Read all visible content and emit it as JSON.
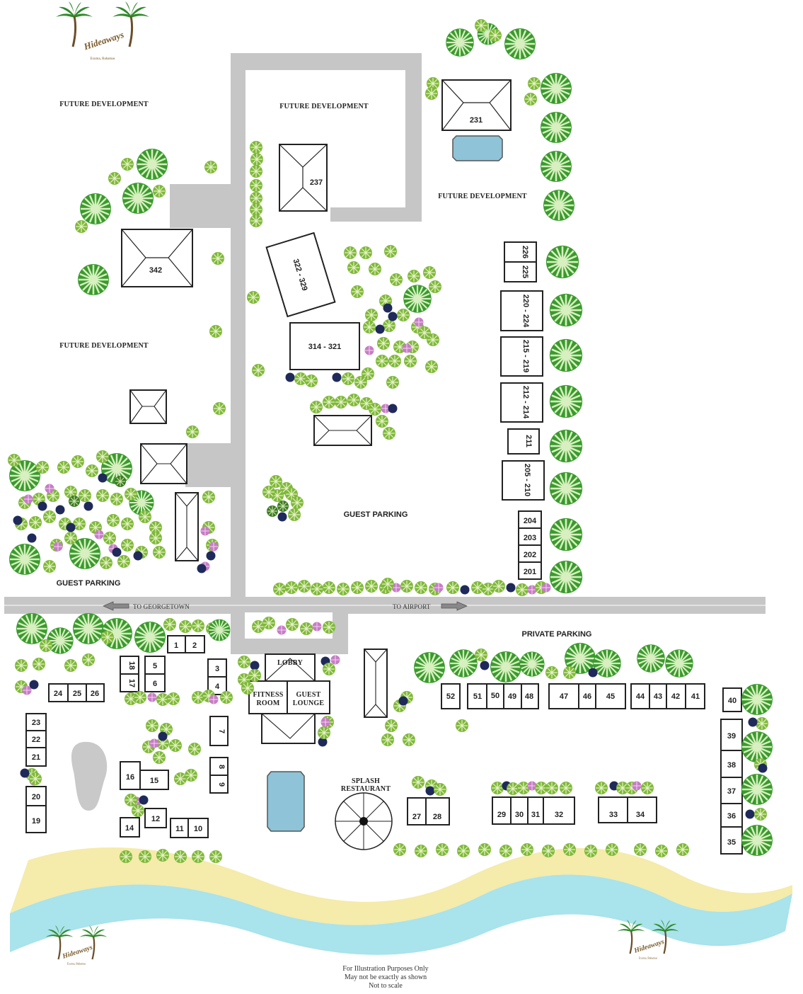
{
  "brand": {
    "name": "Hideaways",
    "location": "Exuma, Bahamas"
  },
  "areas": {
    "future_dev_1": "FUTURE DEVELOPMENT",
    "future_dev_2": "FUTURE DEVELOPMENT",
    "future_dev_3": "FUTURE DEVELOPMENT",
    "future_dev_4": "FUTURE DEVELOPMENT",
    "guest_parking_1": "GUEST PARKING",
    "guest_parking_2": "GUEST PARKING",
    "private_parking": "PRIVATE PARKING",
    "to_georgetown": "TO GEORGETOWN",
    "to_airport": "TO AIRPORT",
    "lobby": "LOBBY",
    "fitness_1": "FITNESS",
    "fitness_2": "ROOM",
    "guest_1": "GUEST",
    "guest_2": "LOUNGE",
    "splash_1": "SPLASH",
    "splash_2": "RESTAURANT"
  },
  "buildings": {
    "b231": "231",
    "b237": "237",
    "b342": "342",
    "b322": "322 - 329",
    "b314": "314 - 321",
    "b226": "226",
    "b225": "225",
    "b220": "220 - 224",
    "b215": "215 - 219",
    "b212": "212 - 214",
    "b211": "211",
    "b205": "205 - 210",
    "b204": "204",
    "b203": "203",
    "b202": "202",
    "b201": "201"
  },
  "units": {
    "u1": "1",
    "u2": "2",
    "u3": "3",
    "u4": "4",
    "u5": "5",
    "u6": "6",
    "u7": "7",
    "u8": "8",
    "u9": "9",
    "u10": "10",
    "u11": "11",
    "u12": "12",
    "u14": "14",
    "u15": "15",
    "u16": "16",
    "u17": "17",
    "u18": "18",
    "u19": "19",
    "u20": "20",
    "u21": "21",
    "u22": "22",
    "u23": "23",
    "u24": "24",
    "u25": "25",
    "u26": "26",
    "u27": "27",
    "u28": "28",
    "u29": "29",
    "u30": "30",
    "u31": "31",
    "u32": "32",
    "u33": "33",
    "u34": "34",
    "u35": "35",
    "u36": "36",
    "u37": "37",
    "u38": "38",
    "u39": "39",
    "u40": "40",
    "u41": "41",
    "u42": "42",
    "u43": "43",
    "u44": "44",
    "u45": "45",
    "u46": "46",
    "u47": "47",
    "u48": "48",
    "u49": "49",
    "u50": "50",
    "u51": "51",
    "u52": "52"
  },
  "footer": {
    "line1": "For Illustration Purposes Only",
    "line2": "May not be exactly as shown",
    "line3": "Not to scale"
  },
  "colors": {
    "road": "#c6c6c6",
    "sand": "#f5ebaa",
    "water": "#a9e3ec",
    "pool": "#8ec3d8",
    "palm_dark": "#3a9a2e",
    "palm_light": "#d8f0c0",
    "shrub": "#7fb83a",
    "flower": "#c77cc6",
    "navy": "#1f2a5a"
  }
}
